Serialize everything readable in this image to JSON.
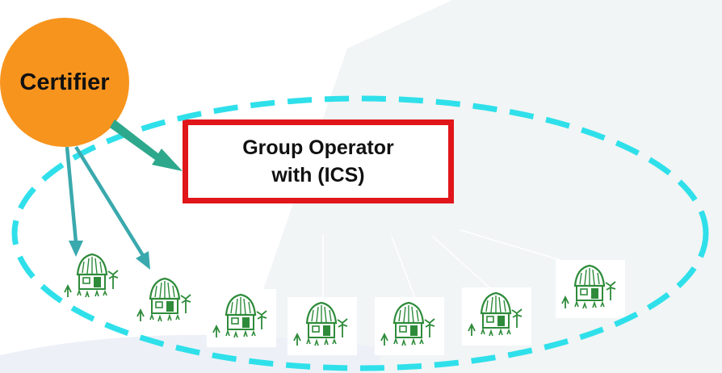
{
  "certifier": {
    "label": "Certifier"
  },
  "group_operator": {
    "line1": "Group Operator",
    "line2": "with (ICS)"
  },
  "colors": {
    "certifier_fill": "#f7941d",
    "box_border": "#e0161b",
    "dashed_ellipse": "#2fe0ea",
    "thick_arrow": "#2ea88c",
    "thin_arrow": "#3aa9ad",
    "hut_green": "#2e8b3a"
  },
  "icons": {
    "farm": "hut-farm-icon"
  }
}
